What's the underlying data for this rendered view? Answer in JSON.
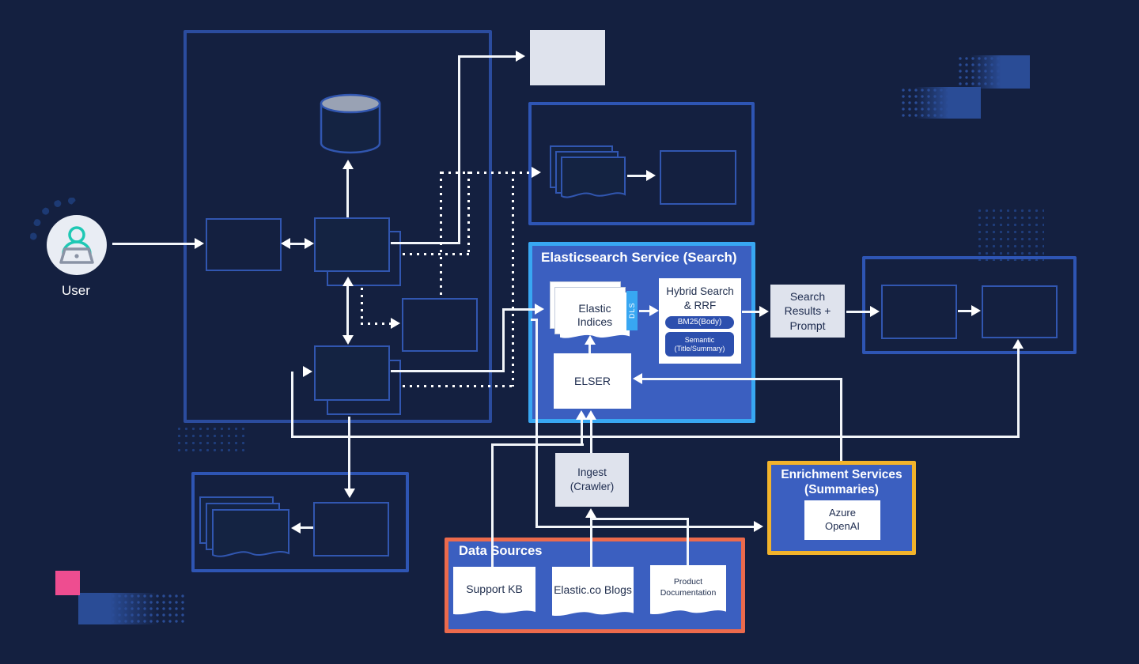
{
  "palette": {
    "background": "#142040",
    "panel_blue_fill": "#3b5fc0",
    "es_border": "#38a7f2",
    "enrichment_border": "#f2b32b",
    "data_sources_border": "#ec6a4c",
    "box_outline": "#3156b0",
    "panel_outline": "#2e55b4",
    "connector": "#f3f6fa",
    "accent_pink": "#ee4d90",
    "decor_blue": "#2a4c96",
    "gray_box_fill": "#dfe3ed",
    "icon_teal": "#1ec8b4"
  },
  "user": {
    "label": "User"
  },
  "es_service": {
    "title": "Elasticsearch Service (Search)",
    "indices_label": "Elastic Indices",
    "dls_label": "DLS",
    "hybrid_title": "Hybrid Search & RRF",
    "bm25_pill": "BM25(Body)",
    "semantic_pill": "Semantic (Title/Summary)",
    "elser_label": "ELSER"
  },
  "search_results": {
    "label": "Search Results + Prompt"
  },
  "ingest": {
    "label": "Ingest (Crawler)"
  },
  "enrichment": {
    "title": "Enrichment Services (Summaries)",
    "azure_label": "Azure OpenAI"
  },
  "data_sources": {
    "title": "Data Sources",
    "items": [
      {
        "label": "Support KB"
      },
      {
        "label": "Elastic.co Blogs"
      },
      {
        "label": "Product Documentation"
      }
    ]
  }
}
